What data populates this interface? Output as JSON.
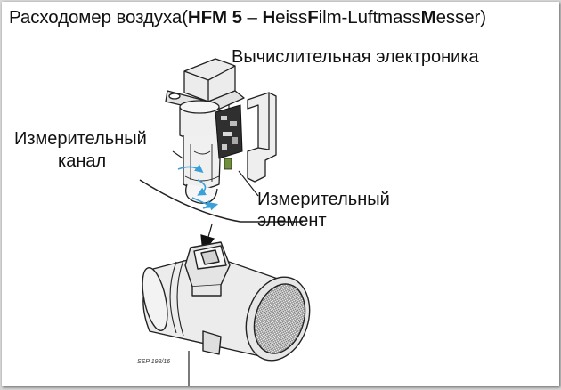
{
  "title": {
    "prefix": "Расходомер воздуха(",
    "model": "HFM 5",
    "dash": " – ",
    "heiss_first": "H",
    "heiss_rest": "eiss",
    "film_first": "F",
    "film_rest": "ilm-Luftmass",
    "messer_first": "M",
    "messer_rest": "esser)"
  },
  "labels": {
    "electronics": "Вычислительная электроника",
    "channel_line1": "Измерительный",
    "channel_line2": "канал",
    "element_line1": "Измерительный",
    "element_line2": "элемент"
  },
  "figure_code": "SSP 198/16",
  "icons": [
    "sensor-exploded-icon",
    "cover-plate-icon",
    "airflow-arrow-icon",
    "pointer-arrow-icon",
    "air-mass-meter-housing-icon"
  ],
  "colors": {
    "line": "#222222",
    "body_fill": "#e9e9e9",
    "board": "#3a3a3a",
    "chip": "#6f8f3a",
    "airflow": "#3aa0d8",
    "mesh": "#6c6c6c"
  }
}
